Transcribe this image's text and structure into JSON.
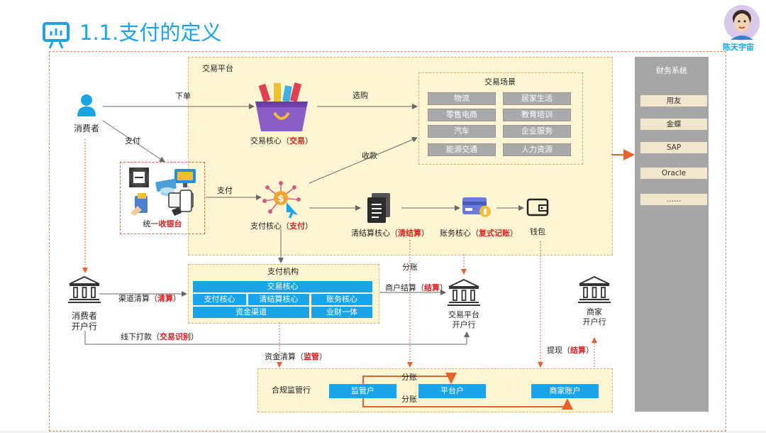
{
  "header": {
    "title": "1.1.支付的定义",
    "avatar_caption": "陈天宇宙"
  },
  "trade_platform": {
    "label": "交易平台",
    "order": "下单",
    "browse": "选购",
    "collect": "收款",
    "pay_from_user": "支付",
    "pay_to_core": "支付",
    "core_trade": {
      "prefix": "交易核心（",
      "red": "交易",
      "suffix": "）"
    },
    "core_pay": {
      "prefix": "支付核心（",
      "red": "支付",
      "suffix": "）"
    },
    "core_clearing": {
      "prefix": "清结算核心（",
      "red": "清结算",
      "suffix": "）"
    },
    "core_accounting": {
      "prefix": "账务核心（",
      "red": "复式记账",
      "suffix": "）"
    },
    "wallet": "钱包",
    "cashier": {
      "prefix": "统一",
      "red": "收银台"
    }
  },
  "consumer": {
    "label": "消费者"
  },
  "scenes": {
    "title": "交易场景",
    "items": [
      "物流",
      "居家生活",
      "零售电商",
      "教育培训",
      "汽车",
      "企业服务",
      "能源交通",
      "人力资源"
    ]
  },
  "finance": {
    "title": "财务系统",
    "items": [
      "用友",
      "金蝶",
      "SAP",
      "Oracle",
      "……"
    ]
  },
  "payment_institution": {
    "title": "支付机构",
    "trade_core": "交易核心",
    "pay_core": "支付核心",
    "clearing_core": "清结算核心",
    "accounting_core": "账务核心",
    "fund_channel": "资金渠道",
    "biz_fin": "业财一体"
  },
  "banks": {
    "consumer": [
      "消费者",
      "开户行"
    ],
    "platform": [
      "交易平台",
      "开户行"
    ],
    "merchant": [
      "商家",
      "开户行"
    ]
  },
  "flows": {
    "channel_clearing": {
      "prefix": "渠道清算（",
      "red": "清算",
      "suffix": "）"
    },
    "offline_payment": {
      "prefix": "线下打款（",
      "red": "交易识别",
      "suffix": "）"
    },
    "merchant_settlement": {
      "prefix": "商户结算（",
      "red": "结算",
      "suffix": "）"
    },
    "fund_clearing": {
      "prefix": "资金清算（",
      "red": "监管",
      "suffix": "）"
    },
    "withdraw": {
      "prefix": "提现（",
      "red": "结算",
      "suffix": "）"
    },
    "split_1": "分账",
    "split_2": "分账",
    "split_3": "分账"
  },
  "regulated_bank": {
    "label": "合规监管行",
    "supervision_account": "监管户",
    "platform_account": "平台户",
    "merchant_account": "商家账户"
  },
  "colors": {
    "accent_blue": "#1aa4e6",
    "panel_fill": "#fff5d2",
    "red_text": "#e02020",
    "orange_arrow": "#e8612c",
    "finance_gray": "#a6a6a6"
  }
}
